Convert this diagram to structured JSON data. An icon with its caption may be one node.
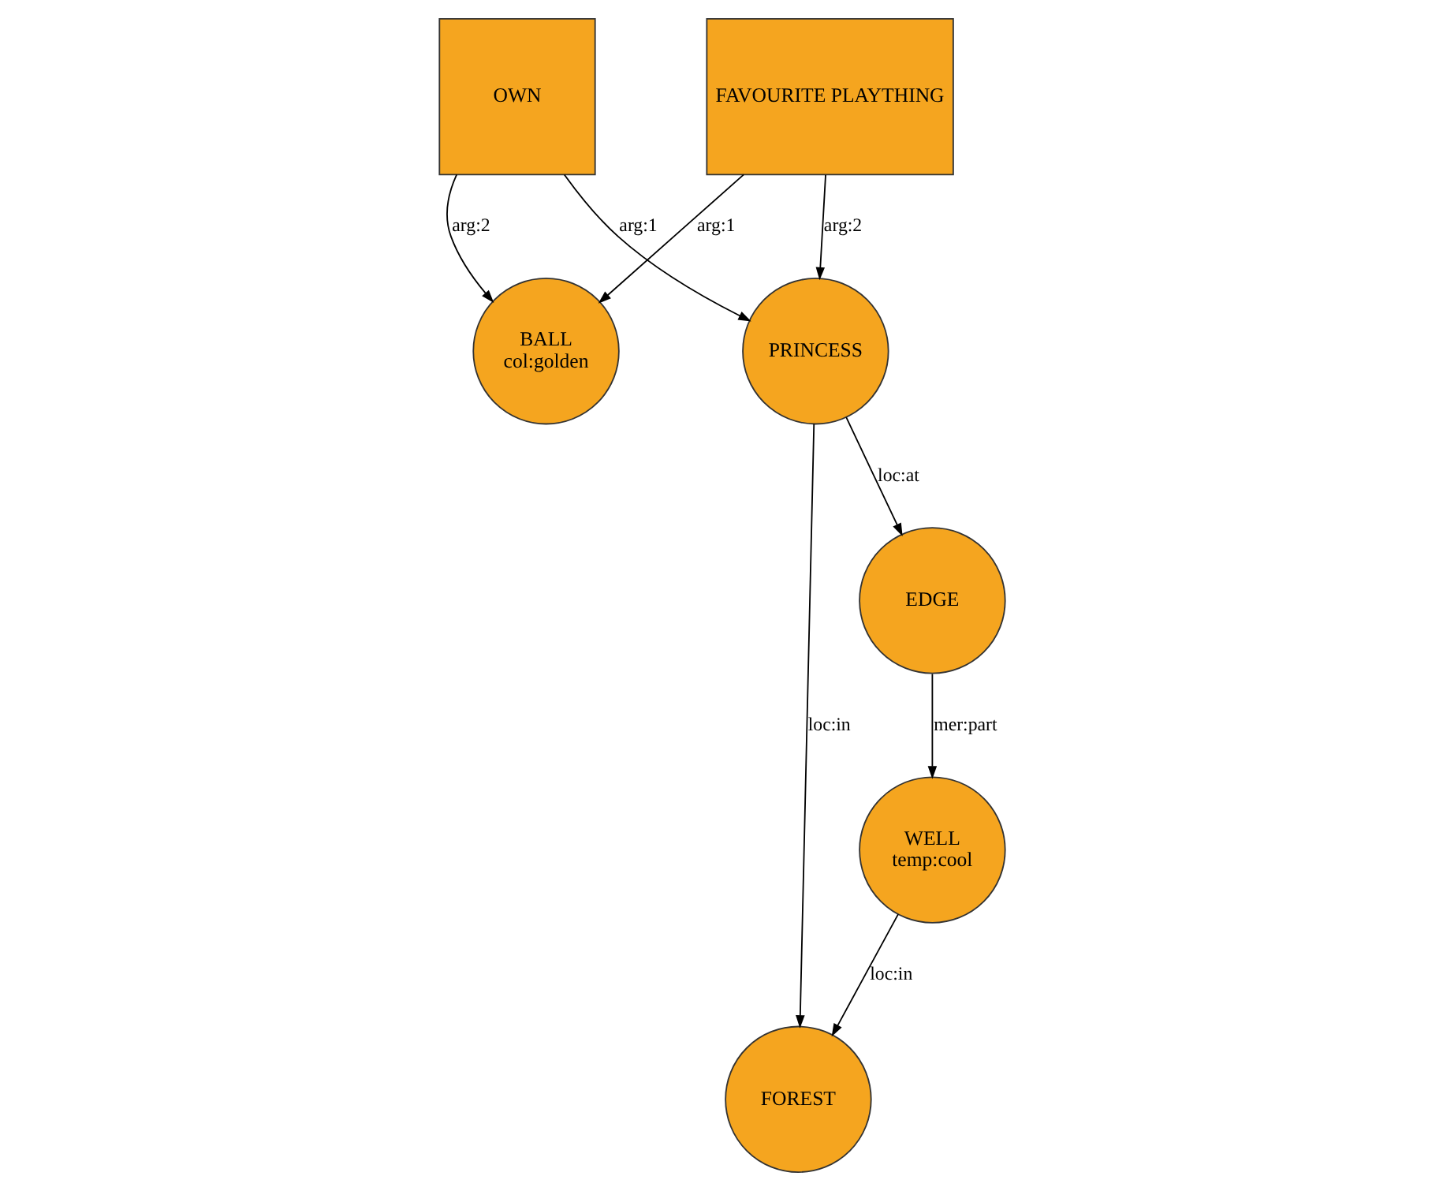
{
  "diagram": {
    "nodes": [
      {
        "text": [
          "OWN"
        ]
      },
      {
        "text": [
          "EDGE"
        ]
      },
      {
        "text": [
          "BALL",
          "col:golden"
        ]
      },
      {
        "text": [
          "PRINCESS"
        ]
      },
      {
        "text": [
          "WELL",
          "temp:cool"
        ]
      },
      {
        "text": [
          "FAVOURITE PLAYTHING"
        ]
      },
      {
        "text": [
          "FOREST"
        ]
      }
    ],
    "edges": [
      {
        "from": 0,
        "to": 2,
        "arrow": "to",
        "label": "arg:2"
      },
      {
        "from": 0,
        "to": 3,
        "arrow": "to",
        "label": "arg:1"
      },
      {
        "from": 3,
        "to": 1,
        "arrow": "to",
        "label": "loc:at"
      },
      {
        "from": 1,
        "to": 4,
        "arrow": "to",
        "label": "mer:part"
      },
      {
        "from": 5,
        "to": 2,
        "arrow": "to",
        "label": "arg:1"
      },
      {
        "from": 5,
        "to": 3,
        "arrow": "to",
        "label": "arg:2"
      },
      {
        "from": 3,
        "to": 6,
        "arrow": "to",
        "label": "loc:in"
      },
      {
        "from": 4,
        "to": 6,
        "arrow": "to",
        "label": "loc:in"
      }
    ]
  }
}
